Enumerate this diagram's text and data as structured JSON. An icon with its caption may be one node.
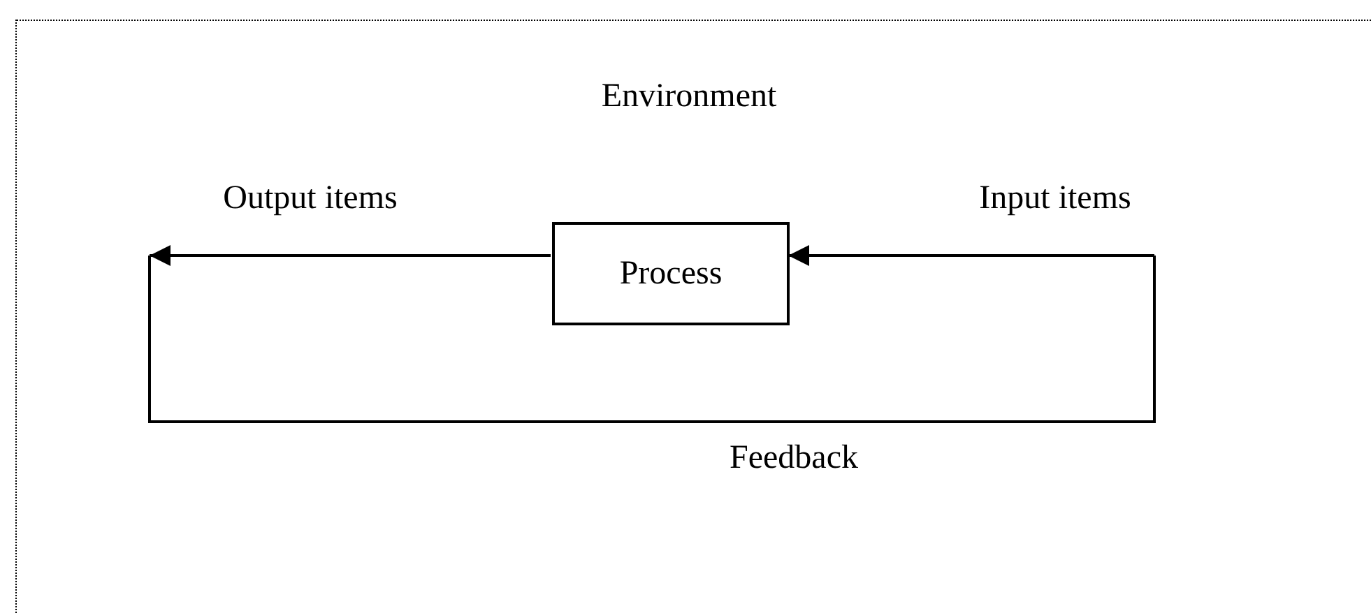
{
  "diagram": {
    "nodes": [
      {
        "text": [
          "Environment"
        ]
      },
      {
        "text": [
          "Process"
        ],
        "in": 0
      }
    ],
    "edges": [
      {
        "from": null,
        "to": 1,
        "arrow": "to"
      },
      {
        "from": 1,
        "to": null,
        "arrow": "to"
      }
    ],
    "labels": [
      "Output items",
      "Input items",
      "Feedback"
    ]
  }
}
